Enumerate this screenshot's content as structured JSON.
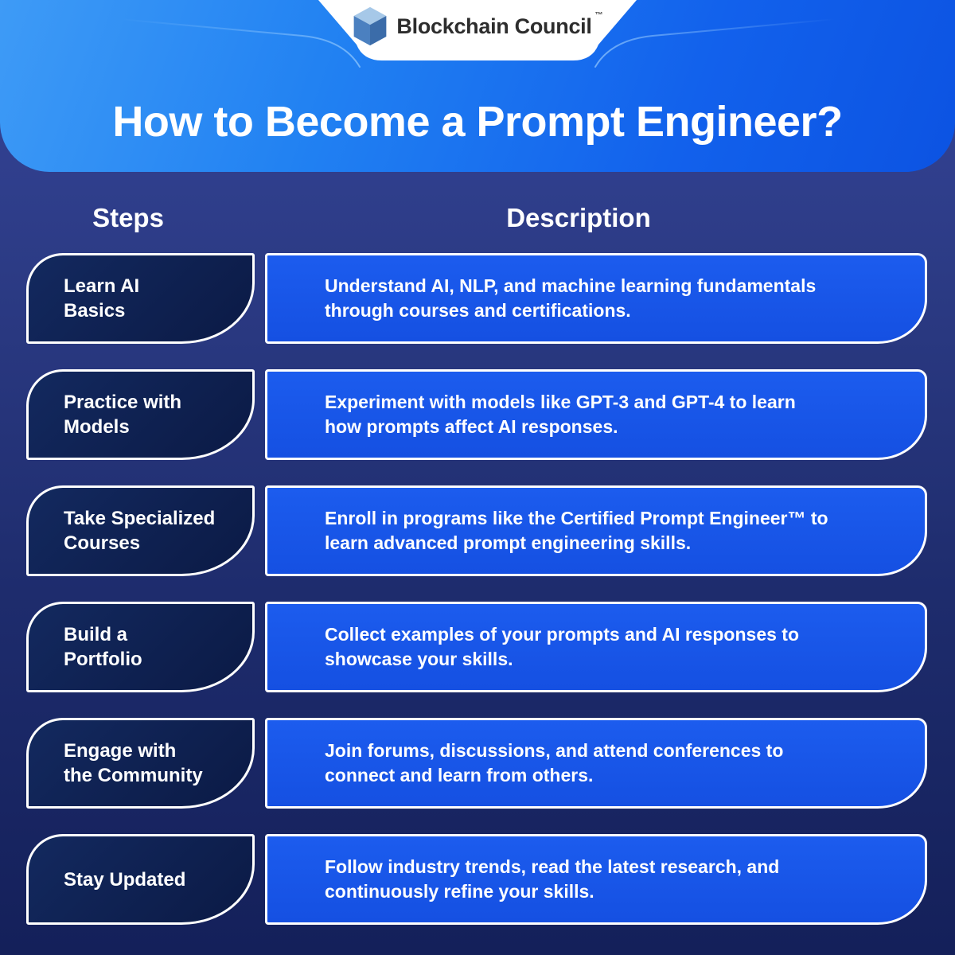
{
  "brand": {
    "name": "Blockchain Council",
    "trademark": "™",
    "logo_icon": "cube-logo-icon"
  },
  "title": "How to Become a Prompt Engineer?",
  "table": {
    "headers": {
      "steps": "Steps",
      "description": "Description"
    },
    "rows": [
      {
        "step": "Learn AI\nBasics",
        "description": "Understand AI, NLP, and machine learning fundamentals\nthrough courses and certifications."
      },
      {
        "step": "Practice with\nModels",
        "description": "Experiment with models like GPT-3 and GPT-4 to learn\nhow prompts affect AI responses."
      },
      {
        "step": "Take Specialized\nCourses",
        "description": "Enroll in programs like the Certified Prompt Engineer™ to\nlearn advanced prompt engineering skills."
      },
      {
        "step": "Build a\nPortfolio",
        "description": "Collect examples of your prompts and AI responses to\nshowcase your skills."
      },
      {
        "step": "Engage with\nthe Community",
        "description": "Join forums, discussions, and attend conferences to\nconnect and learn from others."
      },
      {
        "step": "Stay Updated",
        "description": "Follow industry trends, read the latest research, and\ncontinuously refine your skills."
      }
    ]
  },
  "colors": {
    "banner_blue_light": "#3e9bf6",
    "banner_blue_dark": "#0c53e2",
    "background_top": "#36459a",
    "background_bottom": "#14205a",
    "step_card_navy": "#0e1f4d",
    "description_card_blue": "#1a55e8",
    "card_border": "#ffffff",
    "text_white": "#ffffff",
    "brand_text": "#2d2d2d"
  }
}
